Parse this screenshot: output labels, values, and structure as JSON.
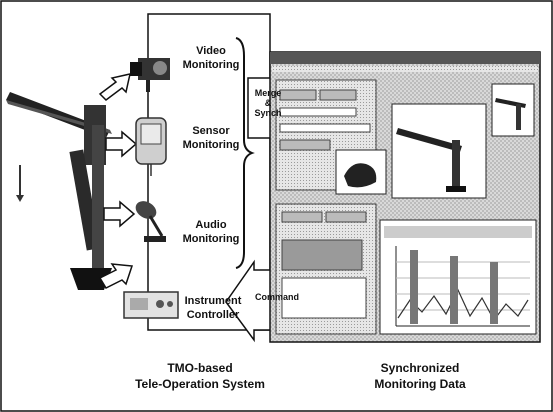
{
  "left_caption": {
    "line1": "TMO-based",
    "line2": "Tele-Operation System"
  },
  "right_caption": {
    "line1": "Synchronized",
    "line2": "Monitoring Data"
  },
  "modules": {
    "video": {
      "line1": "Video",
      "line2": "Monitoring"
    },
    "sensor": {
      "line1": "Sensor",
      "line2": "Monitoring"
    },
    "audio": {
      "line1": "Audio",
      "line2": "Monitoring"
    },
    "instrument": {
      "line1": "Instrument",
      "line2": "Controller"
    }
  },
  "arrows": {
    "merge": {
      "line1": "Merge",
      "line2": "&",
      "line3": "Synch"
    },
    "command": "Command"
  }
}
